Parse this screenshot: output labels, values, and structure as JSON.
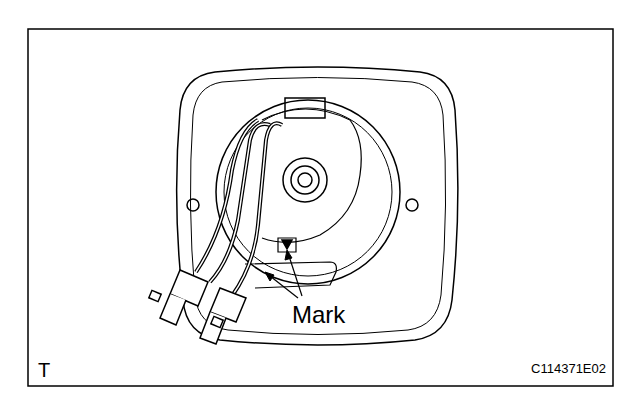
{
  "diagram": {
    "labels": [
      "Mark",
      "T",
      "C114371E02"
    ]
  }
}
